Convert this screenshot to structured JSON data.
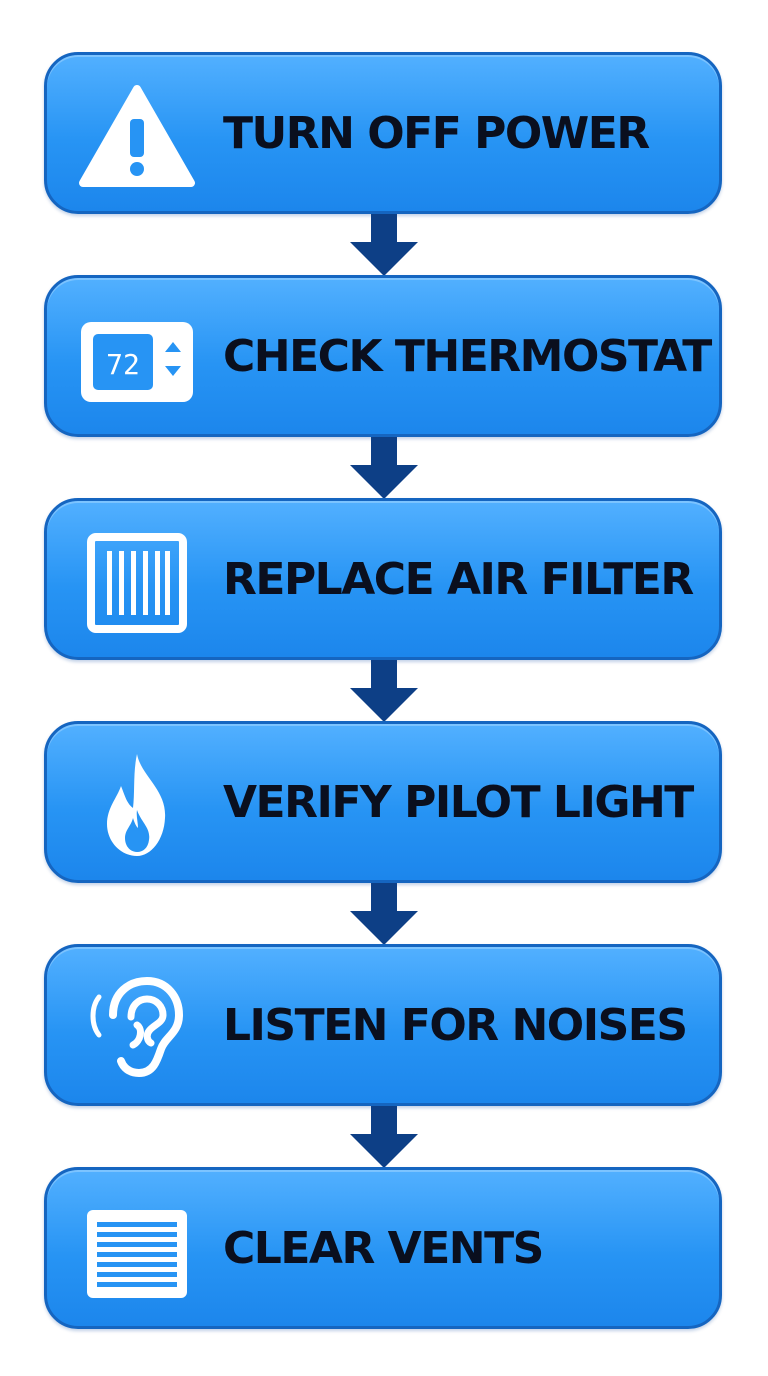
{
  "colors": {
    "box_fill": "#2794f4",
    "box_border": "#1565c0",
    "arrow": "#0d3f86",
    "text": "#0a0f1e",
    "icon": "#ffffff"
  },
  "steps": [
    {
      "label": "TURN OFF POWER",
      "icon": "warning-icon"
    },
    {
      "label": "CHECK THERMOSTAT",
      "icon": "thermostat-icon",
      "display_value": "72"
    },
    {
      "label": "REPLACE AIR FILTER",
      "icon": "air-filter-icon"
    },
    {
      "label": "VERIFY PILOT LIGHT",
      "icon": "flame-icon"
    },
    {
      "label": "LISTEN FOR NOISES",
      "icon": "ear-icon"
    },
    {
      "label": "CLEAR VENTS",
      "icon": "vent-icon"
    }
  ]
}
